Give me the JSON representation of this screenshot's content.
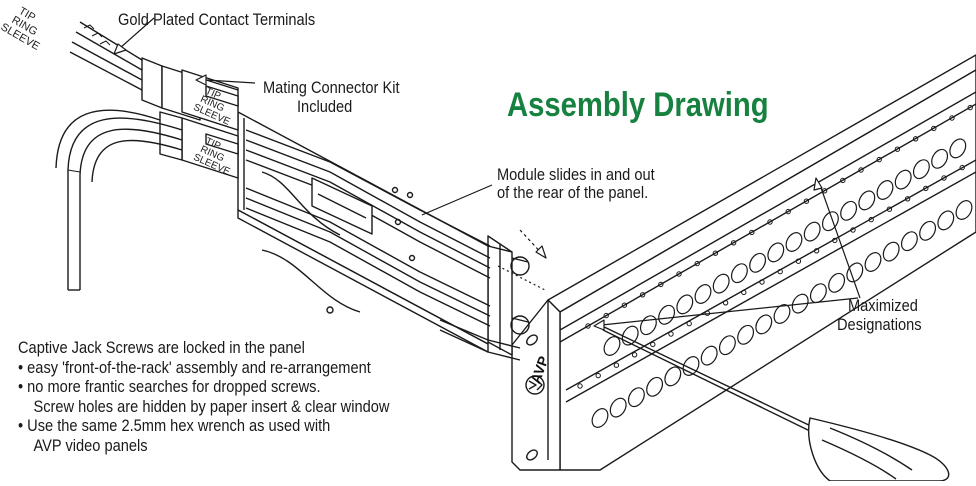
{
  "title": "Assembly Drawing",
  "colors": {
    "title": "#17813f",
    "line": "#1a1a1a"
  },
  "labels": {
    "gold_plated": "Gold Plated Contact Terminals",
    "mating_line1": "Mating Connector Kit",
    "mating_line2": "Included",
    "module_line1": "Module slides in and out",
    "module_line2": "of the rear of the panel.",
    "maximized_line1": "Maximized",
    "maximized_line2": "Designations"
  },
  "wire_tags": {
    "tip": "TIP",
    "ring": "RING",
    "sleeve": "SLEEVE"
  },
  "captive": {
    "heading": "Captive Jack Screws are locked in the panel",
    "bullets": [
      "• easy 'front-of-the-rack' assembly and re-arrangement",
      "• no more frantic searches for dropped screws.",
      "Screw holes are hidden by paper insert & clear window",
      "• Use the same 2.5mm hex wrench as used with",
      "AVP video panels"
    ]
  },
  "brand": "AVP"
}
